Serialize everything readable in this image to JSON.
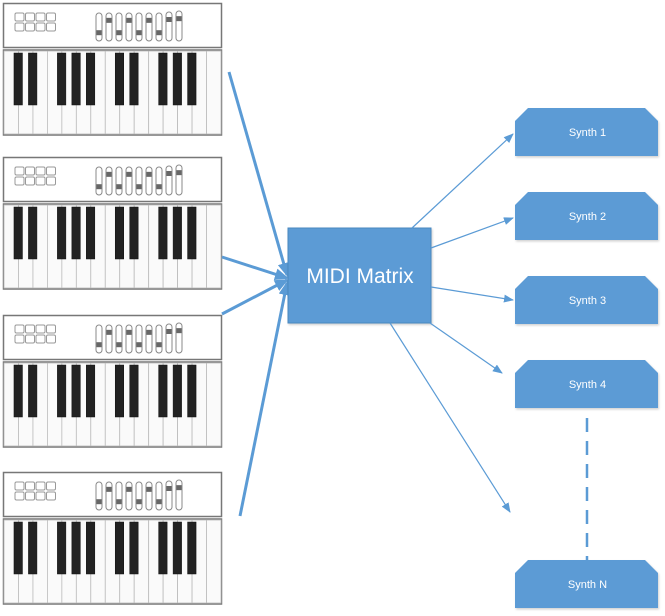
{
  "diagram": {
    "title": "MIDI routing diagram",
    "accent_color": "#5B9BD5",
    "text_color": "#FFFFFF",
    "matrix": {
      "label": "MIDI Matrix"
    },
    "keyboards": [
      {
        "name": "MIDI keyboard 1",
        "icon": "midi-keyboard-icon"
      },
      {
        "name": "MIDI keyboard 2",
        "icon": "midi-keyboard-icon"
      },
      {
        "name": "MIDI keyboard 3",
        "icon": "midi-keyboard-icon"
      },
      {
        "name": "MIDI keyboard 4",
        "icon": "midi-keyboard-icon"
      }
    ],
    "keyboard_layout": {
      "white_keys": 15,
      "black_key_after_white": [
        0,
        1,
        3,
        4,
        5,
        7,
        8,
        10,
        11,
        12
      ],
      "pads": 8,
      "faders": 9,
      "fader_levels": [
        0.2,
        0.85,
        0.2,
        0.85,
        0.2,
        0.85,
        0.2,
        0.85,
        0.85
      ]
    },
    "synths": [
      {
        "label": "Synth 1"
      },
      {
        "label": "Synth 2"
      },
      {
        "label": "Synth 3"
      },
      {
        "label": "Synth 4"
      },
      {
        "label": "Synth N"
      }
    ],
    "ellipsis_connector": "dashed line between Synth 4 and Synth N"
  }
}
